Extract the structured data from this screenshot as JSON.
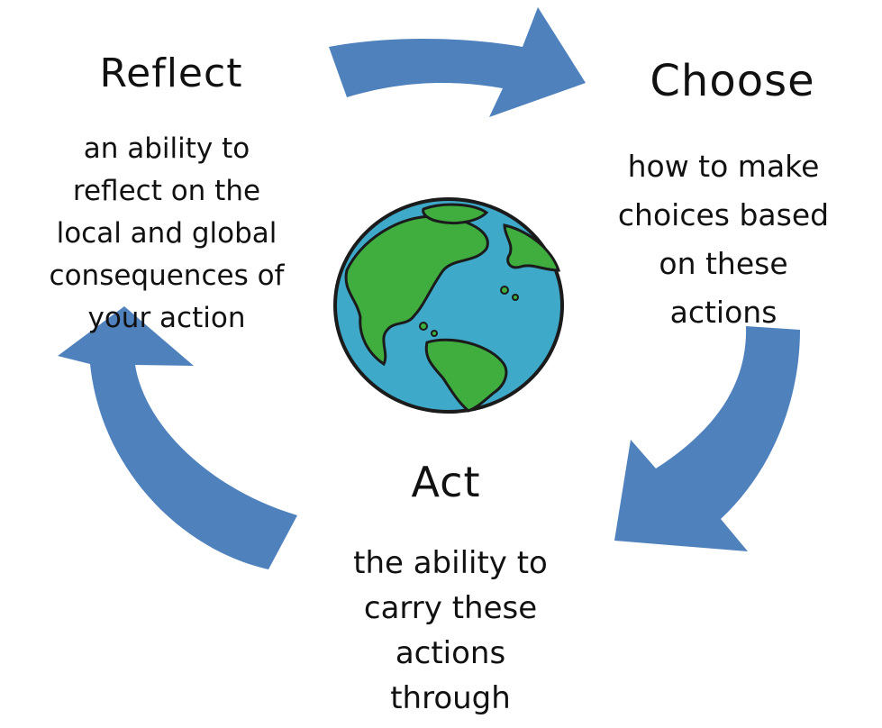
{
  "diagram": {
    "arrow_color": "#4f81bd",
    "stages": {
      "reflect": {
        "title": "Reflect",
        "description": "an ability to\nreflect on the\nlocal and global\nconsequences of\nyour action"
      },
      "choose": {
        "title": "Choose",
        "description": "how to make\nchoices based\non these\nactions"
      },
      "act": {
        "title": "Act",
        "description": "the ability to\ncarry these\nactions\nthrough"
      }
    },
    "globe": {
      "ocean_color": "#3fa9c9",
      "land_color": "#3fae3f",
      "outline_color": "#1b1b1b"
    }
  }
}
